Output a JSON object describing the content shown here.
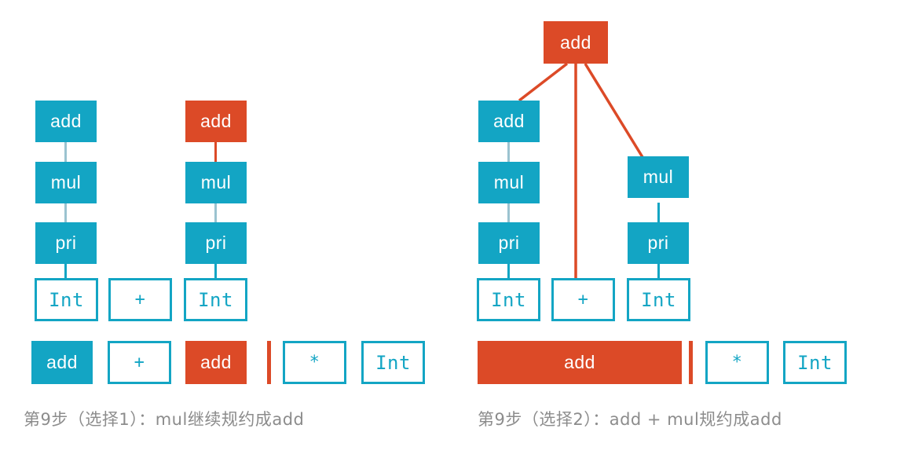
{
  "colors": {
    "teal": "#13A5C4",
    "red": "#DC4A27",
    "edge_dim": "#9BC3D0",
    "caption_gray": "#8C8C8C",
    "background": "#FFFFFF"
  },
  "left_panel": {
    "caption": "第9步（选择1）：mul继续规约成add",
    "tree_columns": [
      {
        "name": "column-1",
        "nodes": [
          {
            "label": "add",
            "style": "filled-teal"
          },
          {
            "label": "mul",
            "style": "filled-teal"
          },
          {
            "label": "pri",
            "style": "filled-teal"
          },
          {
            "label": "Int",
            "style": "outline-teal"
          }
        ]
      },
      {
        "name": "column-2",
        "nodes": [
          {
            "label": "+",
            "style": "outline-teal"
          }
        ]
      },
      {
        "name": "column-3",
        "nodes": [
          {
            "label": "add",
            "style": "filled-red"
          },
          {
            "label": "mul",
            "style": "filled-teal"
          },
          {
            "label": "pri",
            "style": "filled-teal"
          },
          {
            "label": "Int",
            "style": "outline-teal"
          }
        ]
      }
    ],
    "token_row": [
      {
        "label": "add",
        "style": "filled-teal"
      },
      {
        "label": "+",
        "style": "outline-teal"
      },
      {
        "label": "add",
        "style": "filled-red"
      },
      {
        "label": "*",
        "style": "outline-teal"
      },
      {
        "label": "Int",
        "style": "outline-teal"
      }
    ]
  },
  "right_panel": {
    "caption": "第9步（选择2）：add + mul规约成add",
    "root": {
      "label": "add",
      "style": "filled-red"
    },
    "tree_columns": [
      {
        "name": "column-1",
        "nodes": [
          {
            "label": "add",
            "style": "filled-teal"
          },
          {
            "label": "mul",
            "style": "filled-teal"
          },
          {
            "label": "pri",
            "style": "filled-teal"
          },
          {
            "label": "Int",
            "style": "outline-teal"
          }
        ]
      },
      {
        "name": "column-2",
        "nodes": [
          {
            "label": "+",
            "style": "outline-teal"
          }
        ]
      },
      {
        "name": "column-3",
        "nodes": [
          {
            "label": "mul",
            "style": "filled-teal"
          },
          {
            "label": "pri",
            "style": "filled-teal"
          },
          {
            "label": "Int",
            "style": "outline-teal"
          }
        ]
      }
    ],
    "token_row": [
      {
        "label": "add",
        "style": "filled-red"
      },
      {
        "label": "*",
        "style": "outline-teal"
      },
      {
        "label": "Int",
        "style": "outline-teal"
      }
    ]
  }
}
